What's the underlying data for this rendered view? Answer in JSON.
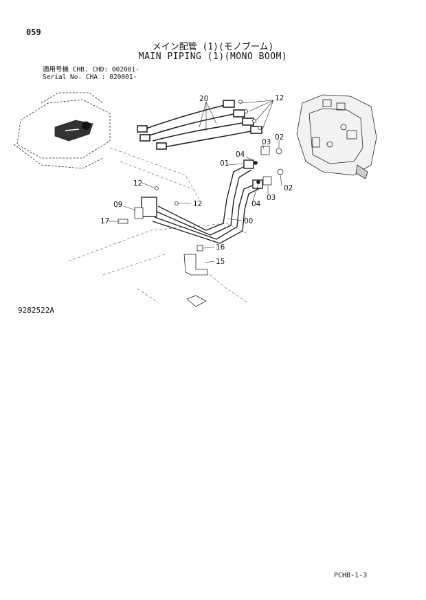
{
  "page": {
    "number": "059",
    "sheet_ref": "PCHB-1-3",
    "drawing_code": "9282522A"
  },
  "title": {
    "japanese": "メイン配管 (1)(モノブーム)",
    "english": "MAIN PIPING (1)(MONO BOOM)"
  },
  "applicability": {
    "line1": "適用号機 CHB. CHD: 002001-",
    "line2": "Serial No. CHA    : 020001-"
  },
  "callouts": {
    "c20": "20",
    "c12a": "12",
    "c02a": "02",
    "c03a": "03",
    "c04a": "04",
    "c01": "01",
    "c12b": "12",
    "c09": "09",
    "c12c": "12",
    "c17": "17",
    "c00": "00",
    "c04b": "04",
    "c03b": "03",
    "c02b": "02",
    "c16": "16",
    "c15": "15"
  }
}
